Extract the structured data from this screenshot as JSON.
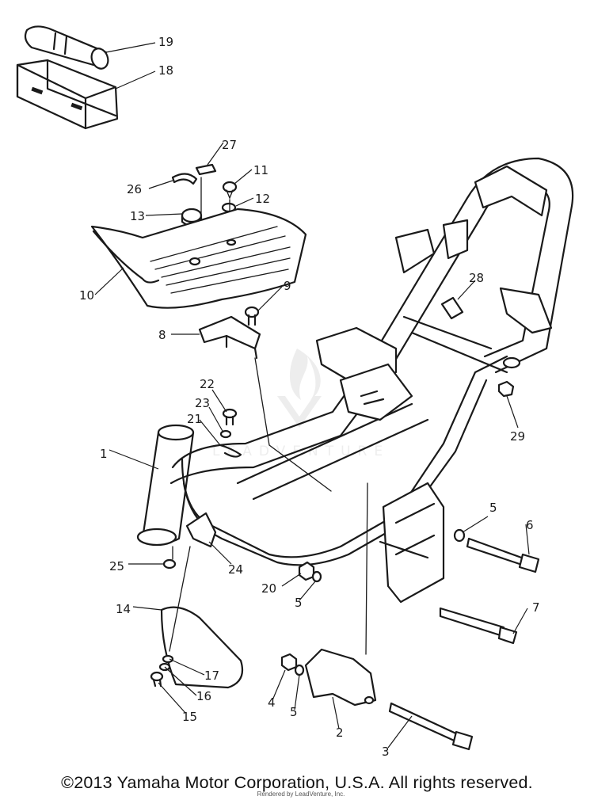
{
  "diagram": {
    "callouts": [
      "1",
      "2",
      "3",
      "4",
      "5",
      "5",
      "5",
      "6",
      "7",
      "8",
      "9",
      "10",
      "11",
      "12",
      "13",
      "14",
      "15",
      "16",
      "17",
      "18",
      "19",
      "20",
      "21",
      "22",
      "23",
      "24",
      "25",
      "26",
      "27",
      "28",
      "29"
    ],
    "colors": {
      "ink": "#1a1a1a",
      "background": "#ffffff",
      "watermark": "#e6e6e6"
    }
  },
  "footer": {
    "copyright": "©2013 Yamaha Motor Corporation, U.S.A. All rights reserved.",
    "rendered_by": "Rendered by LeadVenture, Inc."
  },
  "watermark": {
    "icon": "leadventure-flame-logo"
  }
}
